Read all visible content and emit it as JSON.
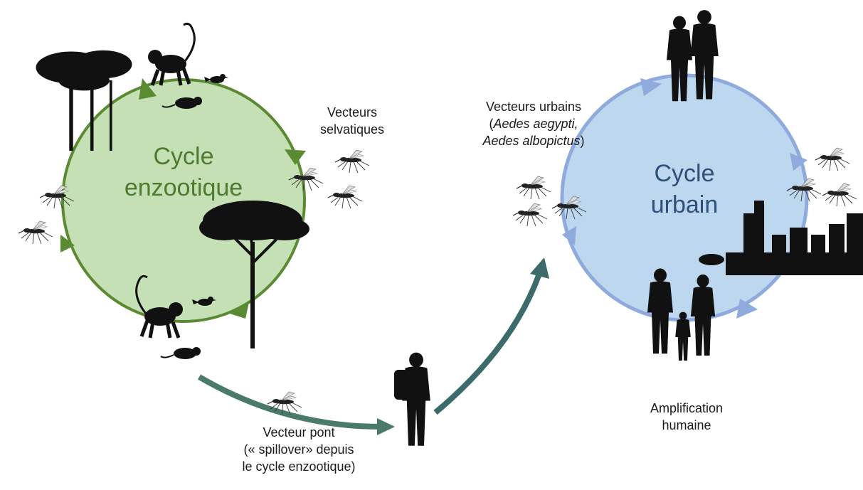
{
  "enzootic": {
    "line1": "Cycle",
    "line2": "enzootique",
    "color": "#4e7a2e",
    "fill": "#c5e0b4",
    "arrow": "#5a8a32"
  },
  "urban": {
    "line1": "Cycle",
    "line2": "urbain",
    "color": "#2e4f7a",
    "fill": "#bdd7ee",
    "arrow": "#8faadc"
  },
  "labels": {
    "sylvatic": [
      "Vecteurs",
      "selvatiques"
    ],
    "urban_vectors": {
      "line1": "Vecteurs urbains",
      "line2_open": "(",
      "species1": "Aedes aegypti,",
      "species2": "Aedes albopictus",
      "line3_close": ")"
    },
    "bridge": [
      "Vecteur pont",
      "(« spillover» depuis",
      "le cycle enzootique)"
    ],
    "amplification": [
      "Amplification",
      "humaine"
    ]
  },
  "bridge_arrow_color": "#3d6b6b",
  "icons": [
    "monkey-icon",
    "bird-icon",
    "rat-icon",
    "tree-icon",
    "mosquito-icon",
    "human-icon",
    "hiker-icon",
    "couple-icon",
    "family-icon",
    "city-skyline-icon"
  ]
}
